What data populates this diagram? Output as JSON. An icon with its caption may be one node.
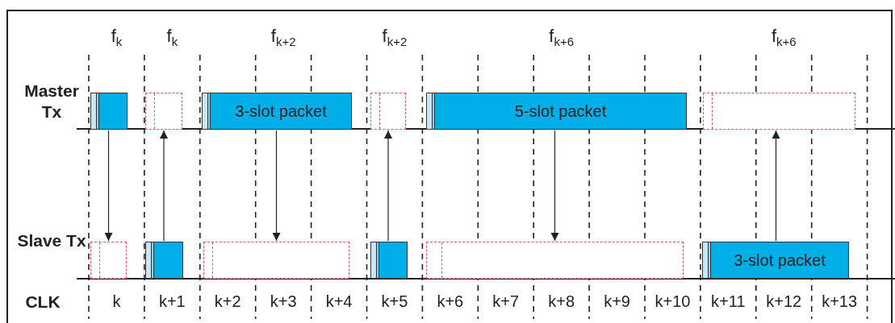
{
  "diagram": {
    "nodes": [
      {
        "text": [],
        "shape": "box"
      },
      {
        "text": [],
        "shape": "box"
      },
      {
        "text": [
          "3-slot packet"
        ]
      },
      {
        "text": [],
        "shape": "box"
      },
      {
        "text": [
          "5-slot packet"
        ]
      },
      {
        "text": [],
        "shape": "box"
      },
      {
        "text": [],
        "shape": "box"
      },
      {
        "text": [],
        "shape": "box"
      },
      {
        "text": [],
        "shape": "box"
      },
      {
        "text": [],
        "shape": "box"
      },
      {
        "text": [],
        "shape": "box"
      },
      {
        "text": [
          "3-slot packet"
        ]
      }
    ],
    "edges": [
      {
        "from": 0,
        "to": 6,
        "arrow": "to"
      },
      {
        "from": 7,
        "to": 1,
        "arrow": "to"
      },
      {
        "from": 2,
        "to": 8,
        "arrow": "to"
      },
      {
        "from": 9,
        "to": 3,
        "arrow": "to"
      },
      {
        "from": 4,
        "to": 10,
        "arrow": "to"
      },
      {
        "from": 11,
        "to": 5,
        "arrow": "to"
      }
    ],
    "labels": [
      "f$_{k}$",
      "f$_{k}$",
      "f$_{k+2}$",
      "f$_{k+2}$",
      "f$_{k+6}$",
      "f$_{k+6}$",
      "Master Tx",
      "Slave Tx",
      "CLK",
      "k",
      "k+1",
      "k+2",
      "k+3",
      "k+4",
      "k+5",
      "k+6",
      "k+7",
      "k+8",
      "k+9",
      "k+10",
      "k+11",
      "k+12",
      "k+13"
    ]
  }
}
